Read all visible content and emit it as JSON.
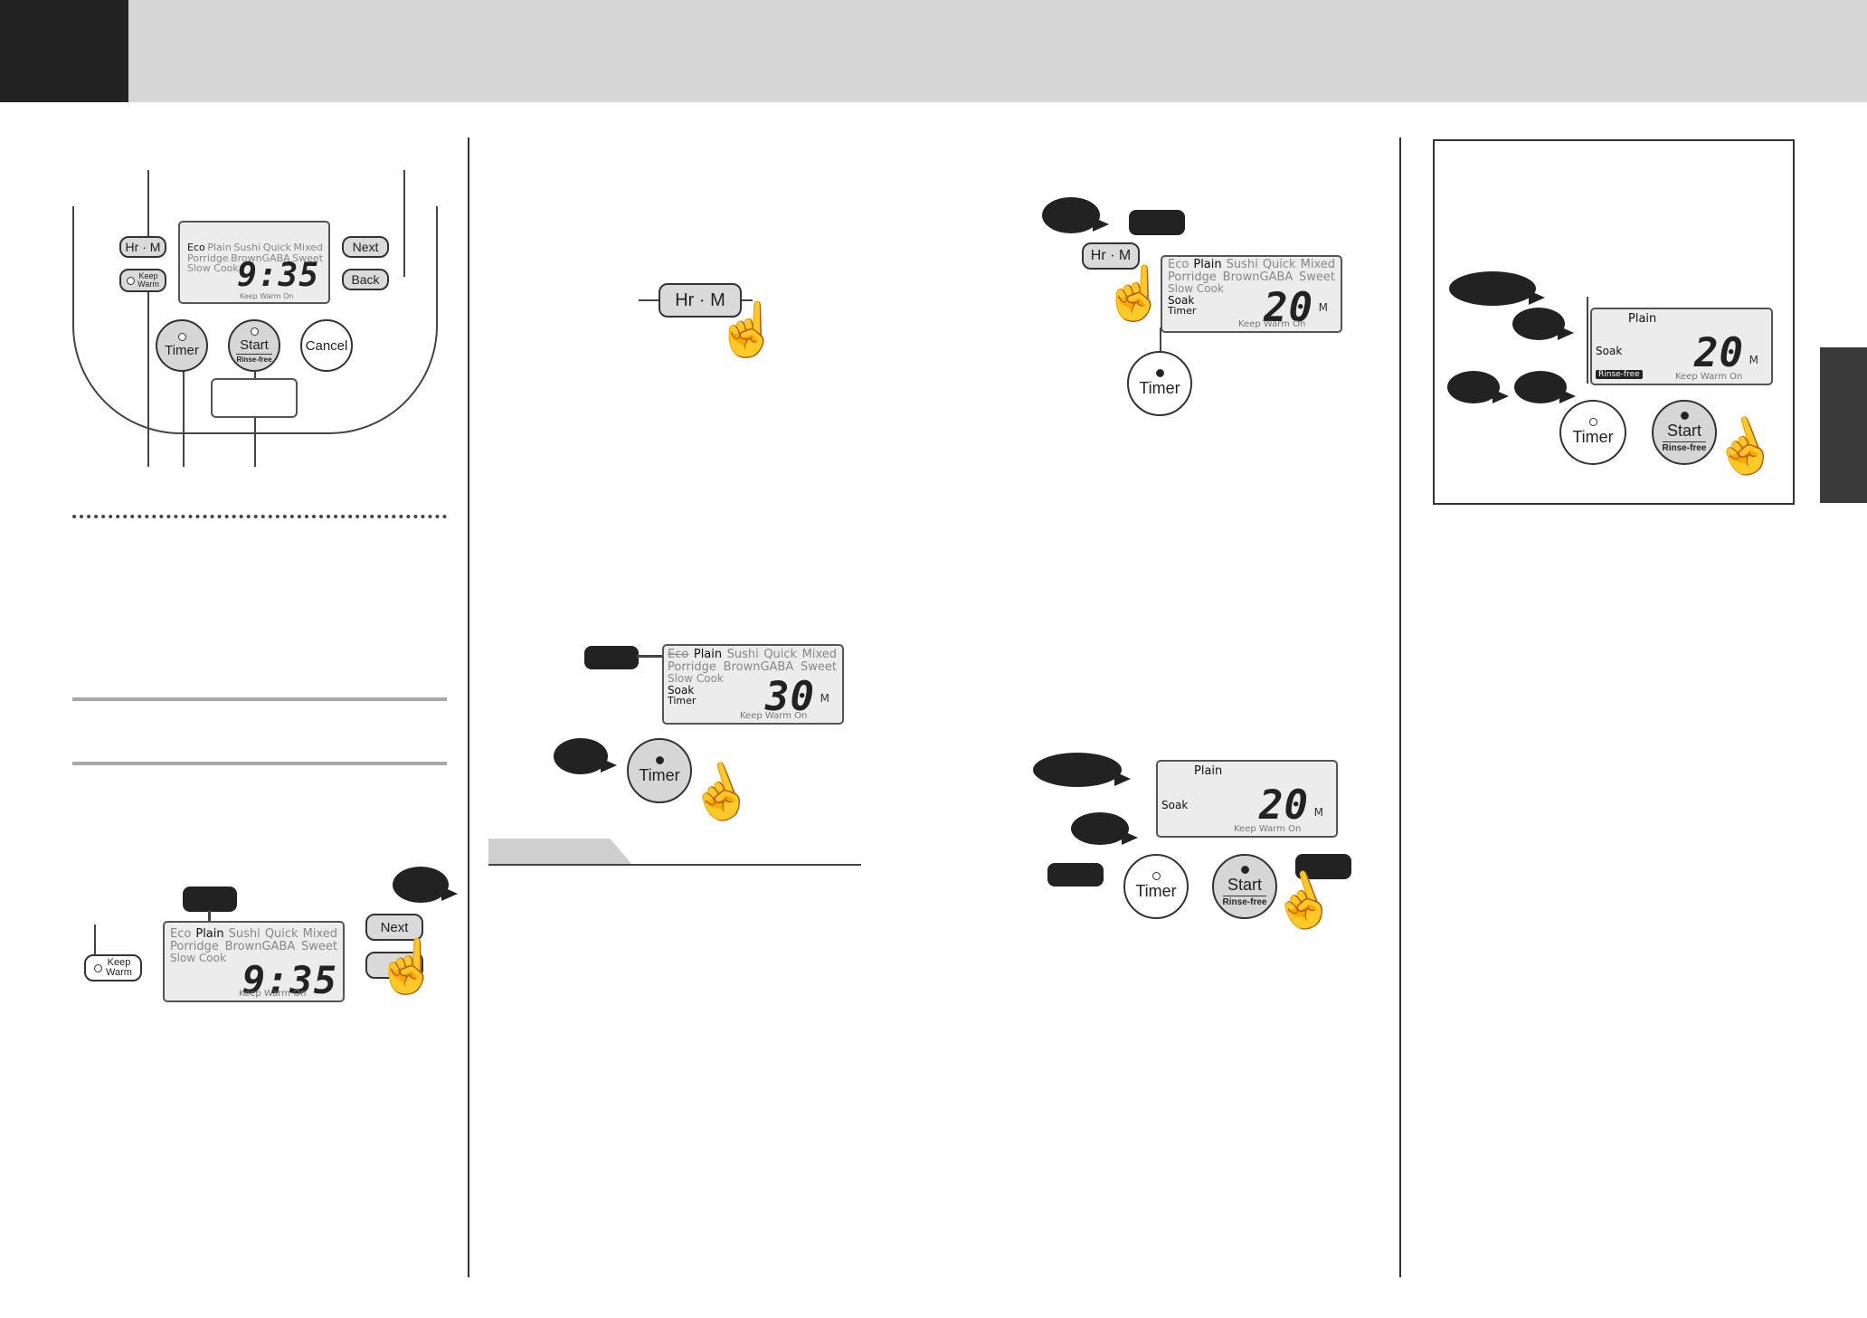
{
  "buttons": {
    "hr_m": "Hr · M",
    "keep_warm_line1": "Keep",
    "keep_warm_line2": "Warm",
    "next": "Next",
    "back": "Back",
    "timer": "Timer",
    "start": "Start",
    "rinse_free": "Rinse-free",
    "cancel": "Cancel"
  },
  "lcd": {
    "menu_row1": [
      "Eco",
      "Plain",
      "Sushi",
      "Quick",
      "Mixed"
    ],
    "menu_row2": [
      "Porridge",
      "BrownGABA",
      "Sweet"
    ],
    "slow_cook": "Slow Cook",
    "soak": "Soak",
    "timer": "Timer",
    "plain": "Plain",
    "clock": "9:35",
    "time_30": "30",
    "time_20": "20",
    "unit": "M",
    "keep_warm_on": "Keep Warm On",
    "rinse_free_tag": "Rinse-free"
  }
}
